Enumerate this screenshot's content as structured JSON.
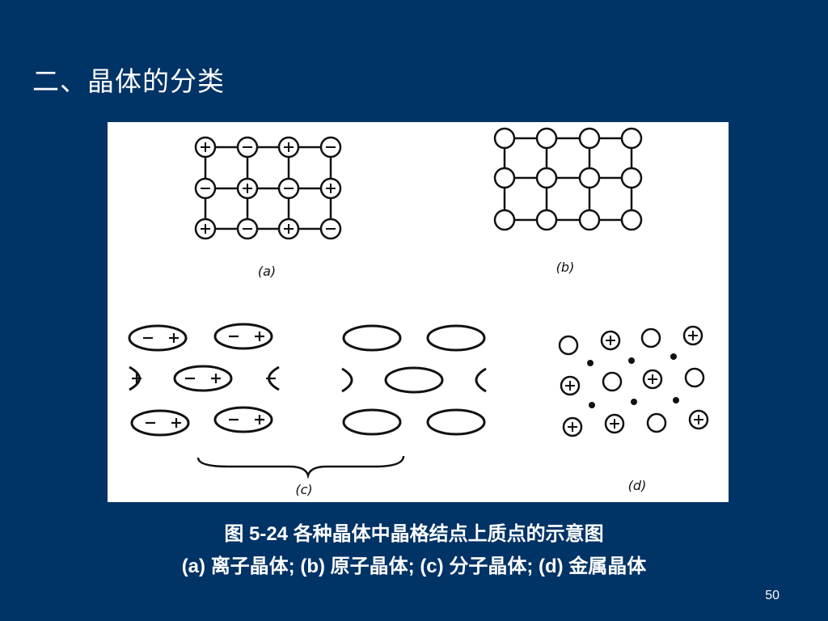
{
  "slide": {
    "title": "二、晶体的分类",
    "page_number": "50"
  },
  "figure": {
    "label_a": "(a)",
    "label_b": "(b)",
    "label_c": "(c)",
    "label_d": "(d)",
    "caption_line1": "图  5-24  各种晶体中晶格结点上质点的示意图",
    "caption_line2": "(a) 离子晶体;  (b) 原子晶体;  (c) 分子晶体;  (d) 金属晶体"
  }
}
